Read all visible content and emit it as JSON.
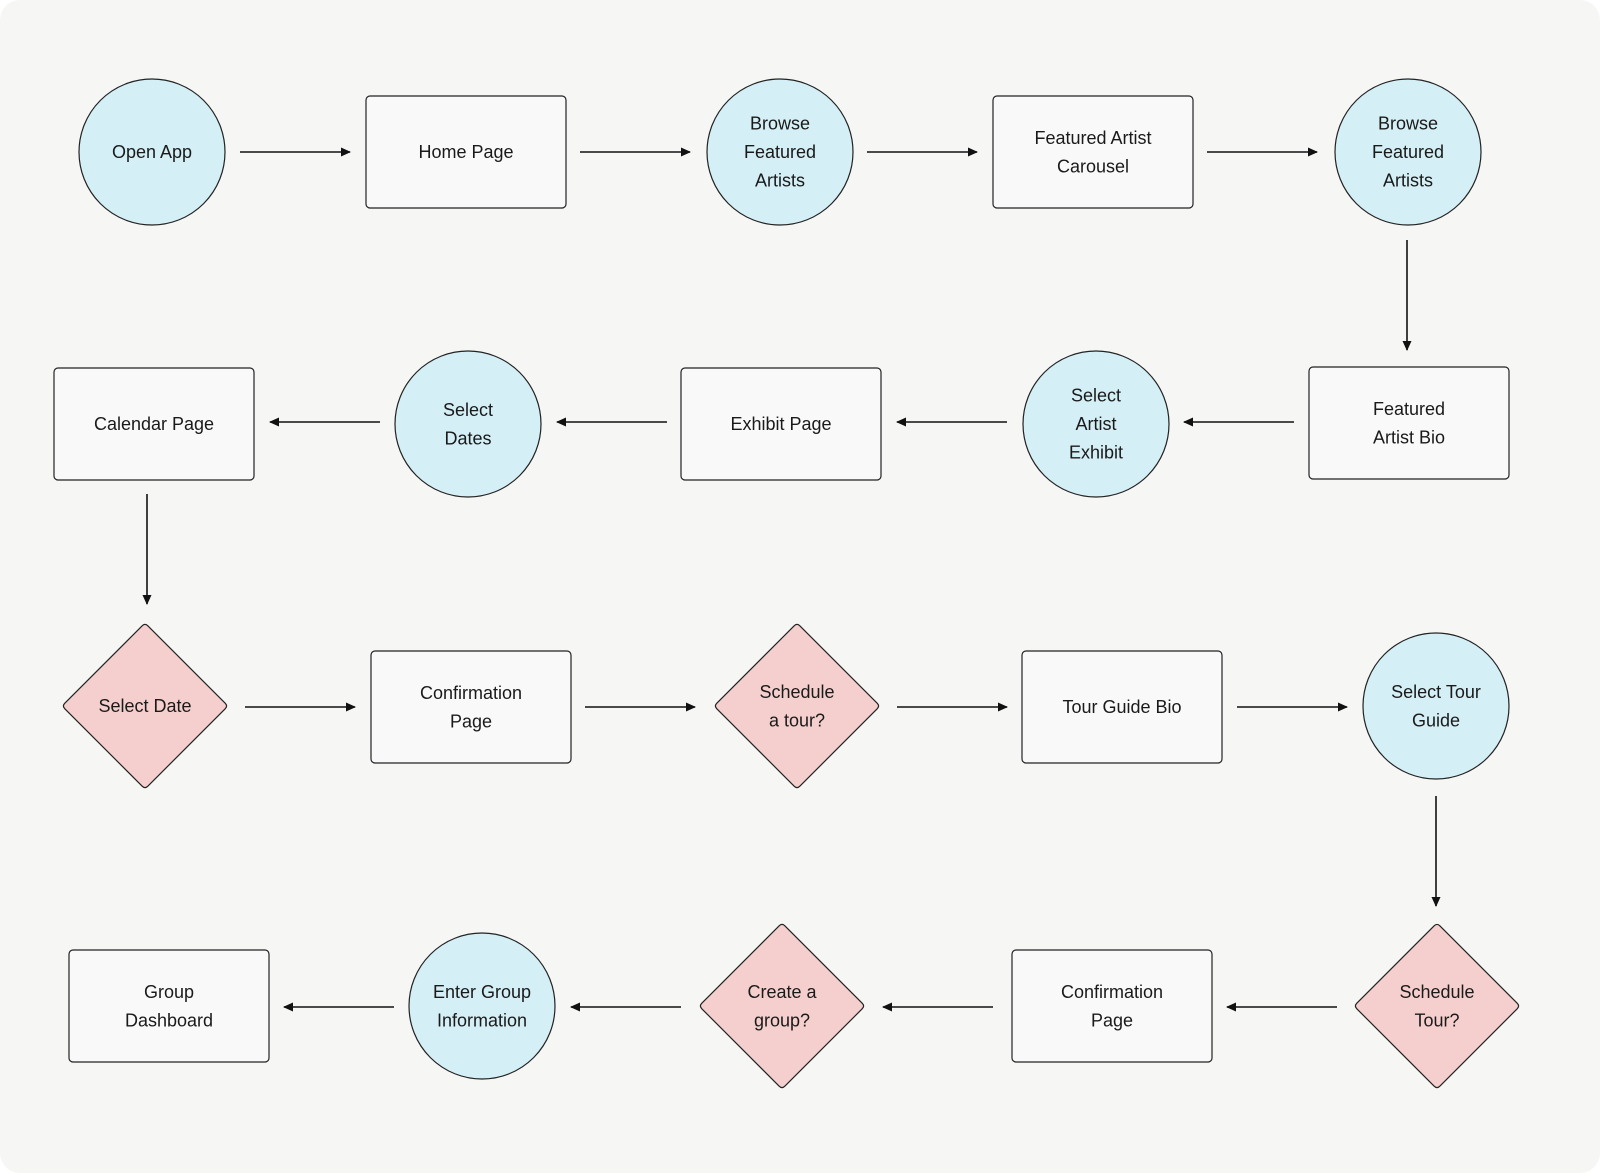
{
  "colors": {
    "background": "#f6f7f5",
    "circle_fill": "#d4eff5",
    "diamond_fill": "#f5cfcd",
    "box_fill": "#f9f9f9",
    "stroke": "#222222",
    "arrow": "#111111"
  },
  "nodes": [
    {
      "id": "open-app",
      "shape": "circle",
      "lines": [
        "Open App"
      ]
    },
    {
      "id": "home-page",
      "shape": "box",
      "lines": [
        "Home Page"
      ]
    },
    {
      "id": "browse-featured-artists-1",
      "shape": "circle",
      "lines": [
        "Browse",
        "Featured",
        "Artists"
      ]
    },
    {
      "id": "featured-artist-carousel",
      "shape": "box",
      "lines": [
        "Featured Artist",
        "Carousel"
      ]
    },
    {
      "id": "browse-featured-artists-2",
      "shape": "circle",
      "lines": [
        "Browse",
        "Featured",
        "Artists"
      ]
    },
    {
      "id": "featured-artist-bio",
      "shape": "box",
      "lines": [
        "Featured",
        "Artist Bio"
      ]
    },
    {
      "id": "select-artist-exhibit",
      "shape": "circle",
      "lines": [
        "Select",
        "Artist",
        "Exhibit"
      ]
    },
    {
      "id": "exhibit-page",
      "shape": "box",
      "lines": [
        "Exhibit Page"
      ]
    },
    {
      "id": "select-dates",
      "shape": "circle",
      "lines": [
        "Select",
        "Dates"
      ]
    },
    {
      "id": "calendar-page",
      "shape": "box",
      "lines": [
        "Calendar Page"
      ]
    },
    {
      "id": "select-date",
      "shape": "diamond",
      "lines": [
        "Select Date"
      ]
    },
    {
      "id": "confirmation-page-1",
      "shape": "box",
      "lines": [
        "Confirmation",
        "Page"
      ]
    },
    {
      "id": "schedule-a-tour",
      "shape": "diamond",
      "lines": [
        "Schedule",
        "a tour?"
      ]
    },
    {
      "id": "tour-guide-bio",
      "shape": "box",
      "lines": [
        "Tour Guide Bio"
      ]
    },
    {
      "id": "select-tour-guide",
      "shape": "circle",
      "lines": [
        "Select Tour",
        "Guide"
      ]
    },
    {
      "id": "schedule-tour",
      "shape": "diamond",
      "lines": [
        "Schedule",
        "Tour?"
      ]
    },
    {
      "id": "confirmation-page-2",
      "shape": "box",
      "lines": [
        "Confirmation",
        "Page"
      ]
    },
    {
      "id": "create-a-group",
      "shape": "diamond",
      "lines": [
        "Create a",
        "group?"
      ]
    },
    {
      "id": "enter-group-information",
      "shape": "circle",
      "lines": [
        "Enter Group",
        "Information"
      ]
    },
    {
      "id": "group-dashboard",
      "shape": "box",
      "lines": [
        "Group",
        "Dashboard"
      ]
    }
  ],
  "edges": [
    {
      "from": "open-app",
      "to": "home-page"
    },
    {
      "from": "home-page",
      "to": "browse-featured-artists-1"
    },
    {
      "from": "browse-featured-artists-1",
      "to": "featured-artist-carousel"
    },
    {
      "from": "featured-artist-carousel",
      "to": "browse-featured-artists-2"
    },
    {
      "from": "browse-featured-artists-2",
      "to": "featured-artist-bio"
    },
    {
      "from": "featured-artist-bio",
      "to": "select-artist-exhibit"
    },
    {
      "from": "select-artist-exhibit",
      "to": "exhibit-page"
    },
    {
      "from": "exhibit-page",
      "to": "select-dates"
    },
    {
      "from": "select-dates",
      "to": "calendar-page"
    },
    {
      "from": "calendar-page",
      "to": "select-date"
    },
    {
      "from": "select-date",
      "to": "confirmation-page-1"
    },
    {
      "from": "confirmation-page-1",
      "to": "schedule-a-tour"
    },
    {
      "from": "schedule-a-tour",
      "to": "tour-guide-bio"
    },
    {
      "from": "tour-guide-bio",
      "to": "select-tour-guide"
    },
    {
      "from": "select-tour-guide",
      "to": "schedule-tour"
    },
    {
      "from": "schedule-tour",
      "to": "confirmation-page-2"
    },
    {
      "from": "confirmation-page-2",
      "to": "create-a-group"
    },
    {
      "from": "create-a-group",
      "to": "enter-group-information"
    },
    {
      "from": "enter-group-information",
      "to": "group-dashboard"
    }
  ]
}
